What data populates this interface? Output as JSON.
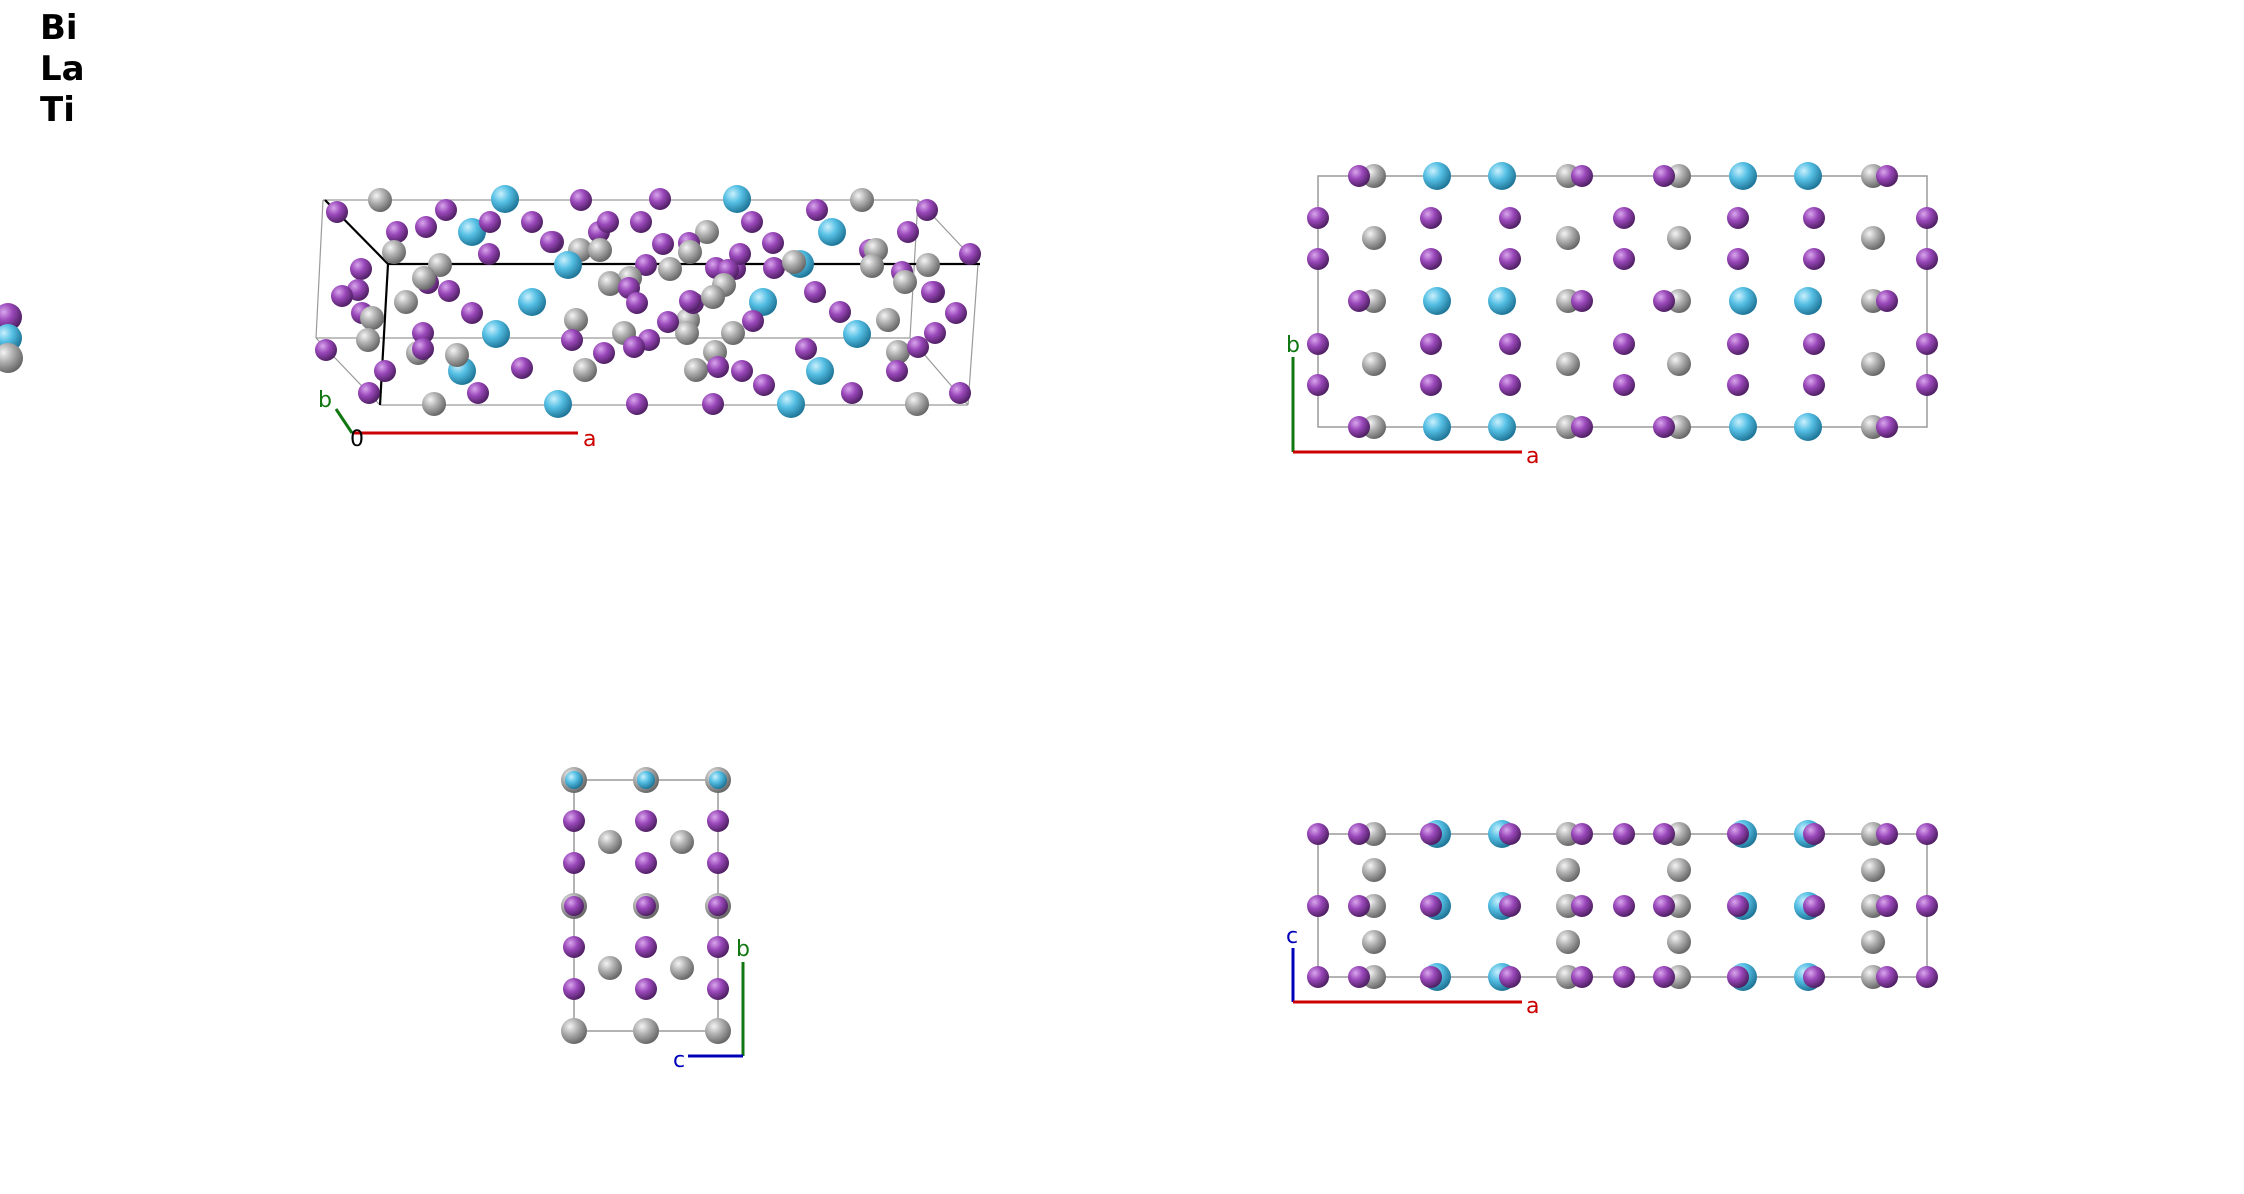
{
  "legend": {
    "elements": [
      "Bi",
      "La",
      "Ti"
    ]
  },
  "colors": {
    "Bi": "#8a3ea8",
    "La": "#4fb9dd",
    "Ti": "#a7a7a7",
    "axis_a": "#cc0000",
    "axis_b": "#117711",
    "axis_c": "#0000bb",
    "origin": "#000000",
    "cell_edge": "#9a9a9a"
  },
  "views": {
    "perspective": {
      "axes": [
        "b",
        "a"
      ],
      "origin_label": "0"
    },
    "top_right": {
      "axes": [
        "b",
        "a"
      ]
    },
    "bottom_left": {
      "axes": [
        "b",
        "c"
      ]
    },
    "bottom_right": {
      "axes": [
        "c",
        "a"
      ]
    }
  }
}
